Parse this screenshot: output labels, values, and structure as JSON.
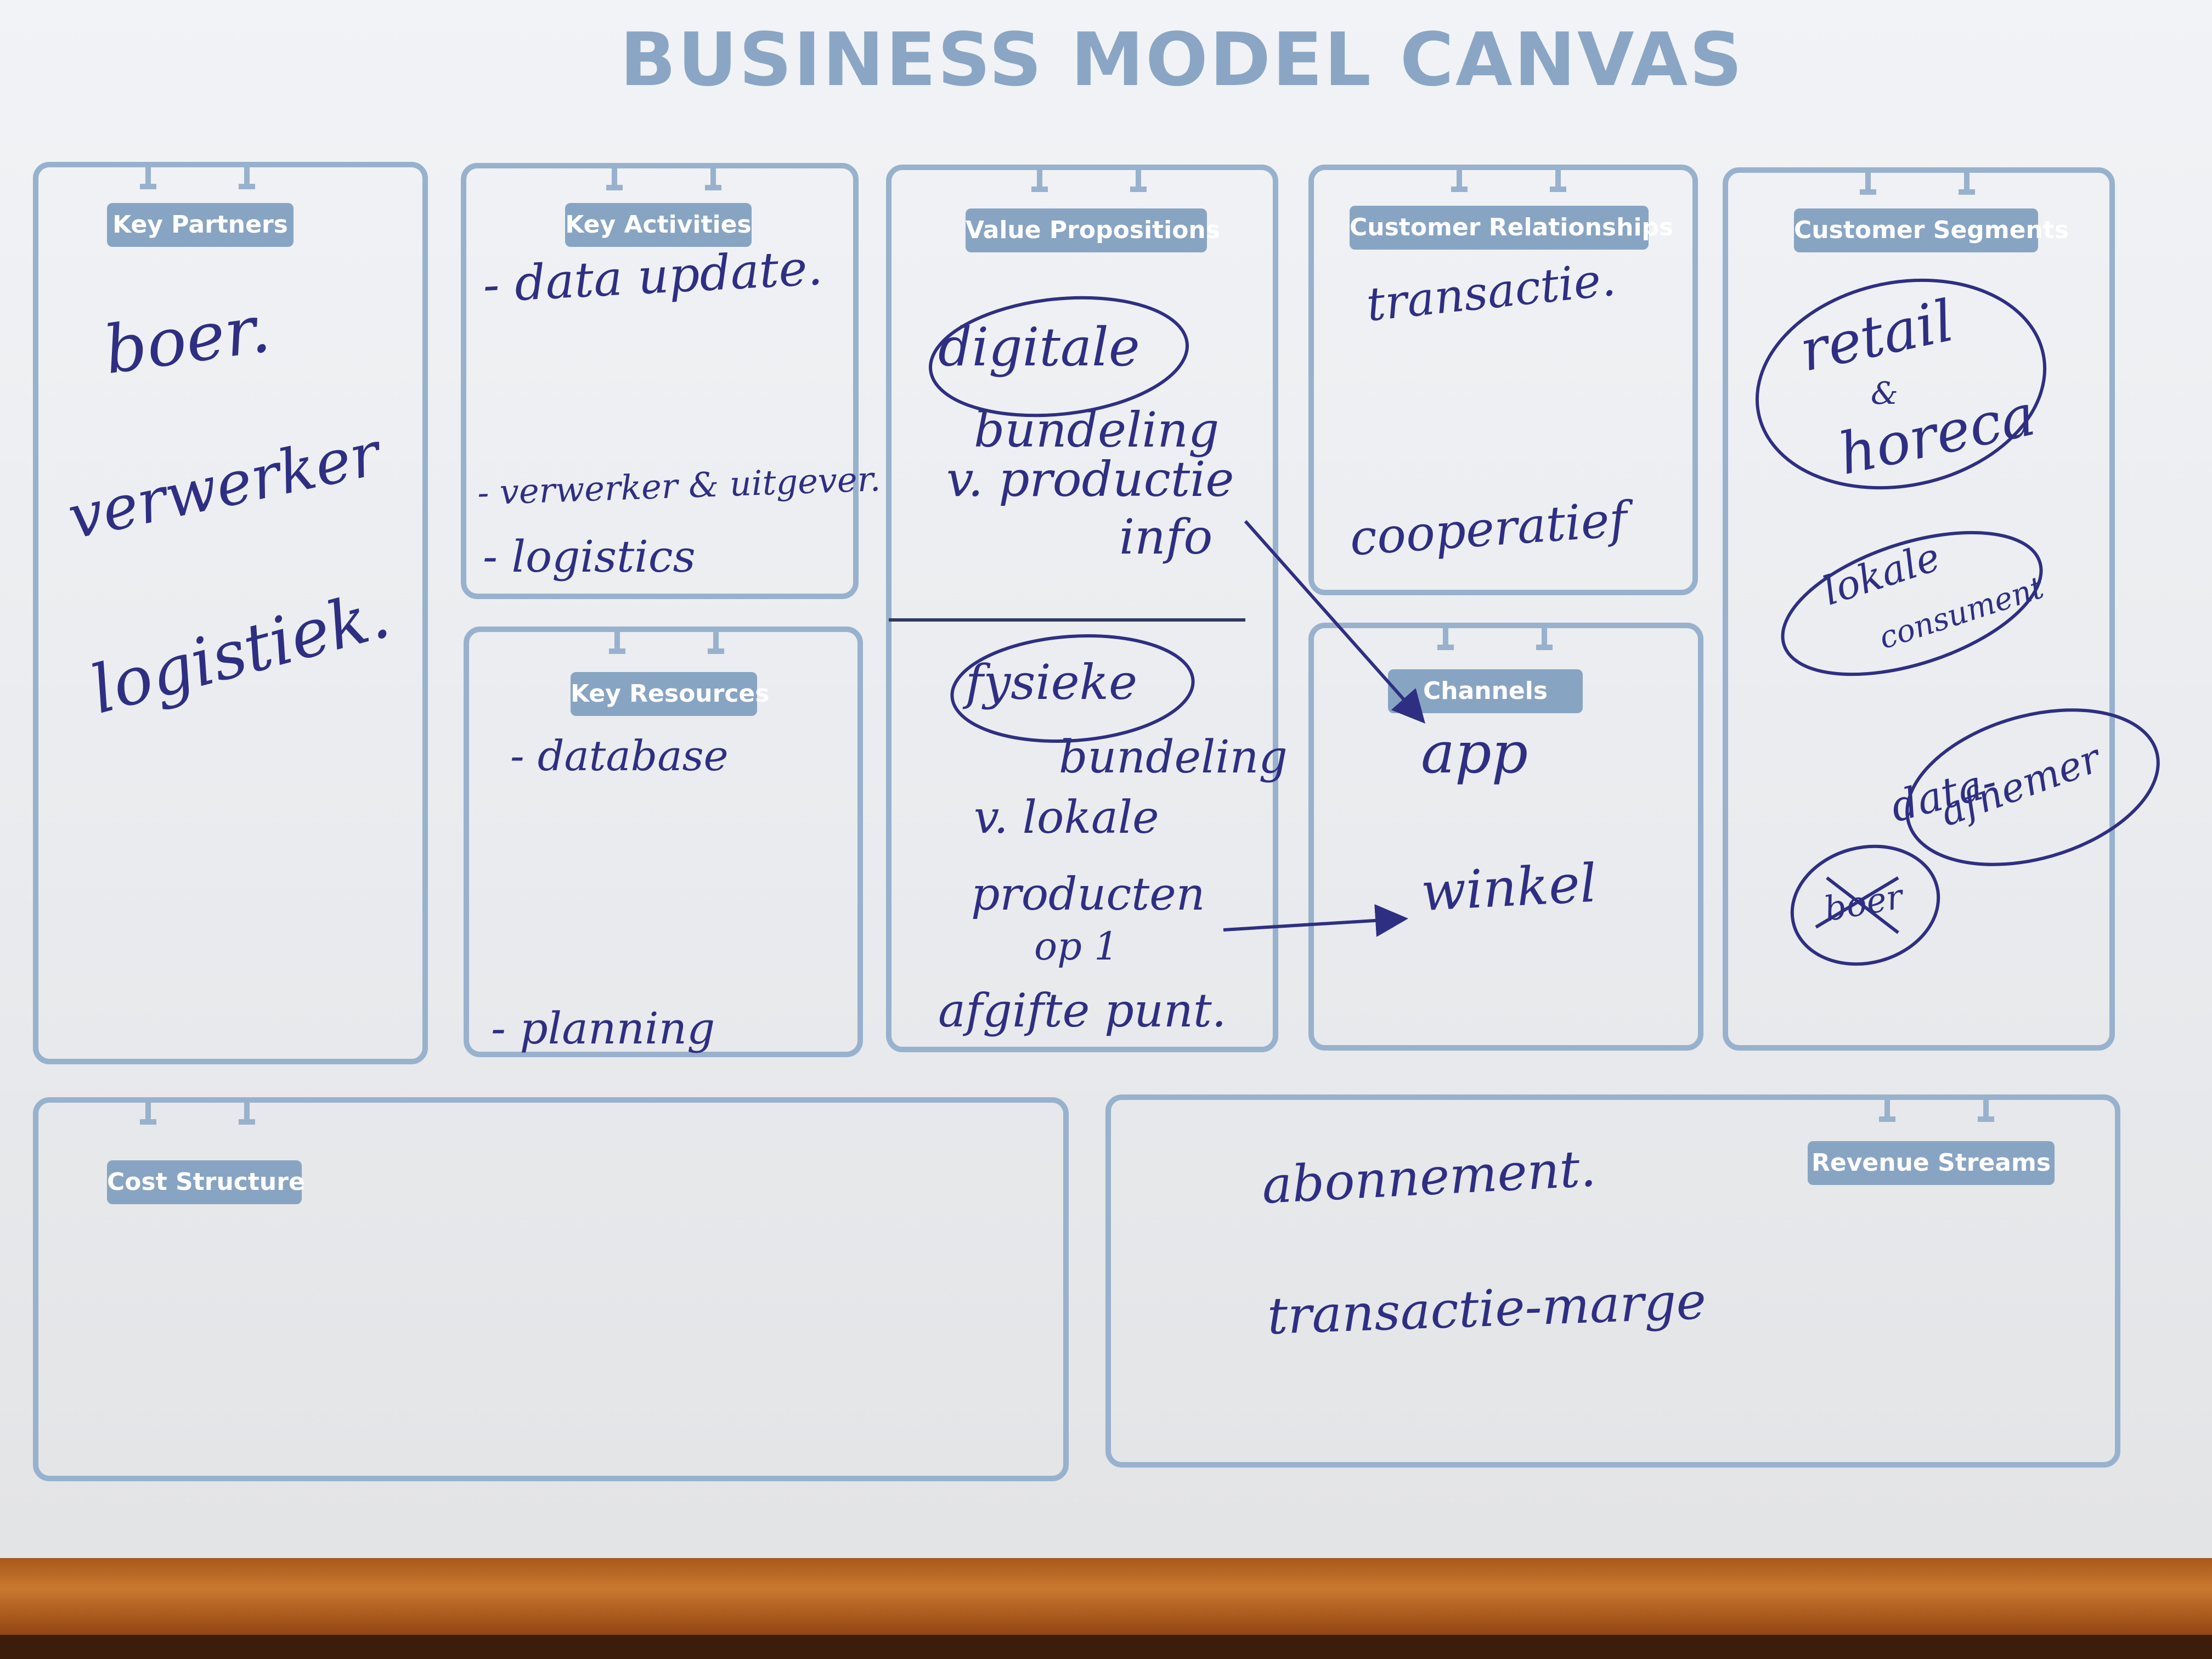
{
  "canvas": {
    "title": "BUSINESS MODEL CANVAS",
    "colors": {
      "frame": "#98b1cd",
      "label_bg": "#88a4c3",
      "ink": "#2e2f82"
    }
  },
  "blocks": {
    "key_partners": {
      "label": "Key Partners",
      "notes": [
        "boer.",
        "verwerker",
        "logistiek."
      ]
    },
    "key_activities": {
      "label": "Key Activities",
      "notes": [
        "- data update.",
        "- verwerker & uitgever.",
        "- logistics"
      ]
    },
    "key_resources": {
      "label": "Key Resources",
      "notes": [
        "- database",
        "- planning"
      ]
    },
    "value_propositions": {
      "label": "Value Propositions",
      "digital_circled": "digitale",
      "digital_rest": [
        "bundeling",
        "v. productie",
        "info"
      ],
      "physical_circled": "fysieke",
      "physical_rest": [
        "bundeling",
        "v. lokale",
        "producten",
        "op 1",
        "afgifte punt."
      ]
    },
    "customer_relationships": {
      "label": "Customer Relationships",
      "notes": [
        "transactie.",
        "cooperatief"
      ]
    },
    "channels": {
      "label": "Channels",
      "notes": [
        "app",
        "winkel"
      ]
    },
    "customer_segments": {
      "label": "Customer Segments",
      "notes": [
        "retail",
        "&",
        "horeca",
        "lokale",
        "consument",
        "data-",
        "afnemer",
        "boer"
      ]
    },
    "cost_structure": {
      "label": "Cost Structure"
    },
    "revenue_streams": {
      "label": "Revenue Streams",
      "notes": [
        "abonnement.",
        "transactie-marge"
      ]
    }
  }
}
